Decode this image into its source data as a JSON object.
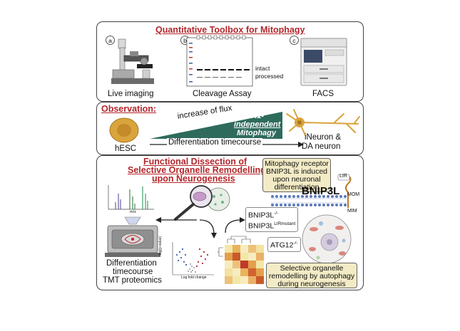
{
  "panel_top": {
    "title": "Quantitative Toolbox for Mitophagy",
    "label_a": "a",
    "label_b": "b",
    "label_c": "c",
    "live_imaging": "Live imaging",
    "cleavage_assay": "Cleavage Assay",
    "facs": "FACS",
    "intact": "intact",
    "processed": "processed"
  },
  "panel_mid": {
    "title": "Observation:",
    "increase_of_flux": "increase of flux",
    "pink1_line1": "PINK1-",
    "pink1_line2": "independent",
    "pink1_line3": "Mitophagy",
    "timecourse": "Differentiation timecourse",
    "hesc": "hESC",
    "ineuron_line1": "iNeuron &",
    "ineuron_line2": "DA neuron"
  },
  "panel_bottom": {
    "title_line1": "Functional Dissection of",
    "title_line2": "Selective Organelle Remodelling",
    "title_line3": "upon Neurogenesis",
    "receptor_line1": "Mitophagy receptor",
    "receptor_line2": "BNIP3L is induced",
    "receptor_line3": "upon neuronal",
    "receptor_line4": "differentiation",
    "bnip3l": "BNIP3L",
    "lir": "LIR",
    "mom": "MOM",
    "mim": "MIM",
    "ko1_base": "BNIP3L",
    "ko1_sup": "-/-",
    "ko2_base": "BNIP3L",
    "ko2_sup": "LIRmutant",
    "atg12_base": "ATG12",
    "atg12_sup": "-/-",
    "diff_line1": "Differentiation",
    "diff_line2": "timecourse",
    "diff_line3": "TMT proteomics",
    "selective_line1": "Selective organelle",
    "selective_line2": "remodelling by autophagy",
    "selective_line3": "during neurogenesis",
    "ms_xlabel": "m/z",
    "volcano_ylabel": "-log(p-value)",
    "volcano_xlabel": "Log fold change"
  }
}
